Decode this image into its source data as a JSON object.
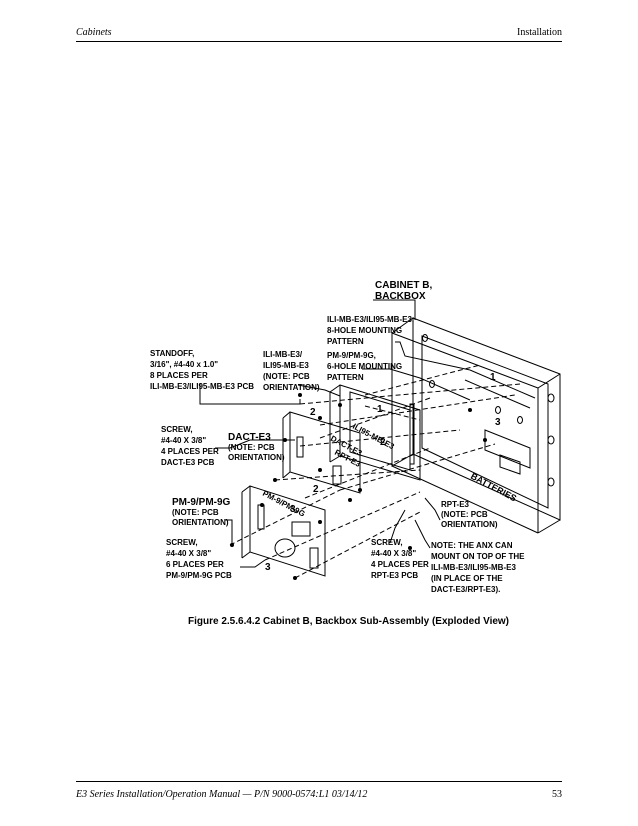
{
  "header": {
    "left": "Cabinets",
    "right": "Installation"
  },
  "footer": {
    "left": "E3 Series Installation/Operation Manual — P/N 9000-0574:L1  03/14/12",
    "page": "53"
  },
  "figure": {
    "caption": "Figure 2.5.6.4.2  Cabinet B, Backbox Sub-Assembly (Exploded View)",
    "labels": {
      "cabinet_1": "CABINET B,",
      "cabinet_2": "BACKBOX",
      "ili8_1": "ILI-MB-E3/ILI95-MB-E3,",
      "ili8_2": "8-HOLE MOUNTING",
      "ili8_3": "PATTERN",
      "pm6_1": "PM-9/PM-9G,",
      "pm6_2": "6-HOLE MOUNTING",
      "pm6_3": "PATTERN",
      "standoff_1": "STANDOFF,",
      "standoff_2": "3/16\", #4-40 x 1.0\"",
      "standoff_3": "8 PLACES PER",
      "standoff_4": "ILI-MB-E3/ILI95-MB-E3 PCB",
      "ilipcb_1": "ILI-MB-E3/",
      "ilipcb_2": "ILI95-MB-E3",
      "ilipcb_3": "(NOTE: PCB",
      "ilipcb_4": "ORIENTATION)",
      "screw_dact_1": "SCREW,",
      "screw_dact_2": "#4-40 X 3/8\"",
      "screw_dact_3": "4 PLACES PER",
      "screw_dact_4": "DACT-E3 PCB",
      "dact_1": "DACT-E3",
      "dact_2": "(NOTE: PCB",
      "dact_3": "ORIENTATION)",
      "pm_1": "PM-9/PM-9G",
      "pm_2": "(NOTE: PCB",
      "pm_3": "ORIENTATION)",
      "screw_pm_1": "SCREW,",
      "screw_pm_2": "#4-40 X 3/8\"",
      "screw_pm_3": "6 PLACES PER",
      "screw_pm_4": "PM-9/PM-9G PCB",
      "screw_rpt_1": "SCREW,",
      "screw_rpt_2": "#4-40 X 3/8\"",
      "screw_rpt_3": "4 PLACES PER",
      "screw_rpt_4": "RPT-E3 PCB",
      "rpt_1": "RPT-E3",
      "rpt_2": "(NOTE: PCB",
      "rpt_3": "ORIENTATION)",
      "note_1": "NOTE: THE ANX CAN",
      "note_2": "MOUNT ON TOP OF THE",
      "note_3": "ILI-MB-E3/ILI95-MB-E3",
      "note_4": "(IN PLACE OF THE",
      "note_5": "DACT-E3/RPT-E3).",
      "batteries": "BATTERIES",
      "board_ili": "ILI95-MB-E3",
      "board_dact": "DACT-E3",
      "board_rpt": "RPT-E3",
      "board_pm": "PM-9/PM-9G",
      "num_1": "1",
      "num_2": "2",
      "num_3": "3"
    }
  }
}
